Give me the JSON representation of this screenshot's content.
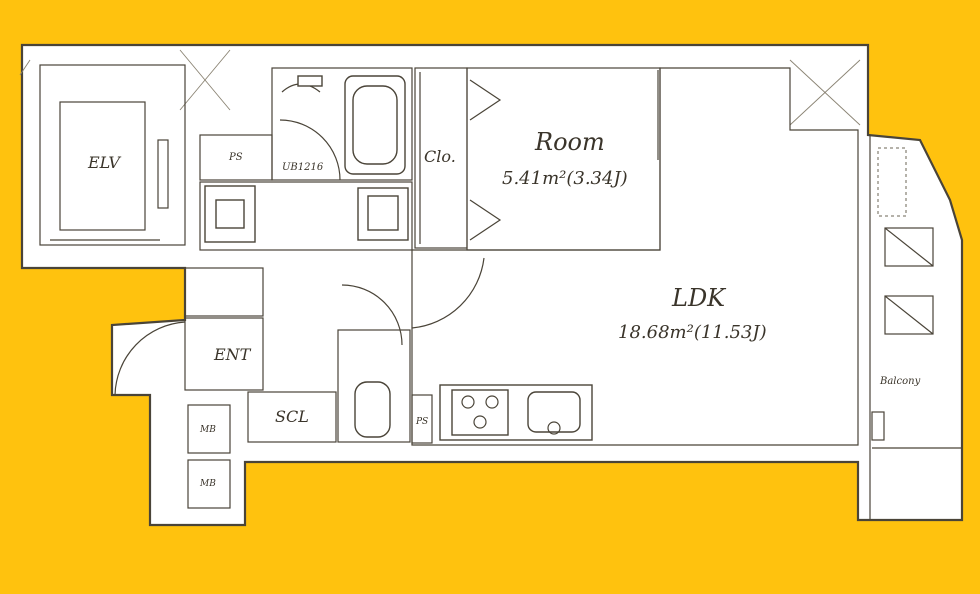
{
  "plan": {
    "background_color": "#FFC20E",
    "floor_color": "#FFFFFF",
    "line_color": "#4a4438"
  },
  "rooms": {
    "room": {
      "name": "Room",
      "area": "5.41m²(3.34J)"
    },
    "ldk": {
      "name": "LDK",
      "area": "18.68m²(11.53J)"
    },
    "elv": {
      "name": "ELV"
    },
    "ps_top": {
      "name": "PS"
    },
    "ps_bottom": {
      "name": "PS"
    },
    "ub": {
      "name": "UB1216"
    },
    "clo": {
      "name": "Clo."
    },
    "ent": {
      "name": "ENT"
    },
    "scl": {
      "name": "SCL"
    },
    "mb_top": {
      "name": "MB"
    },
    "mb_bottom": {
      "name": "MB"
    },
    "balcony": {
      "name": "Balcony"
    }
  }
}
